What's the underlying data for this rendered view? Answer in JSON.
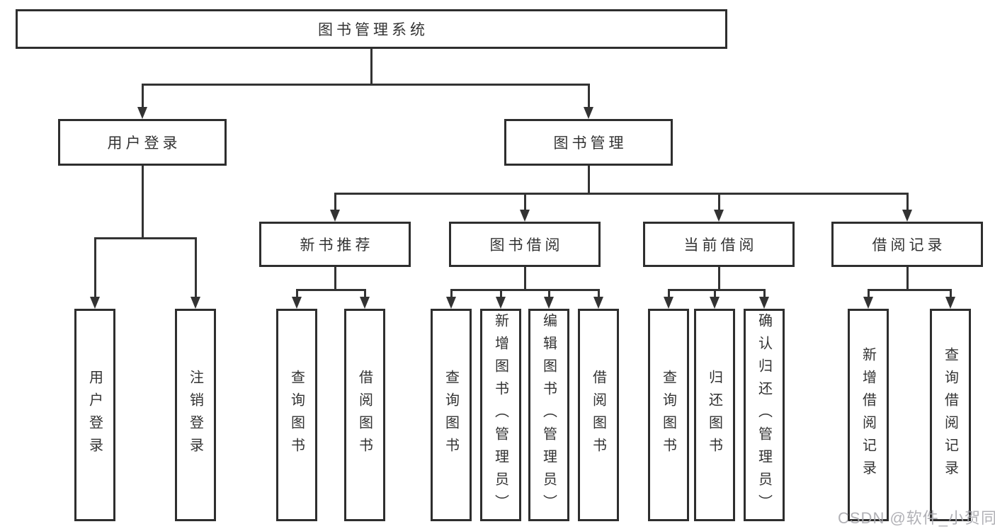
{
  "tree": {
    "root": {
      "label": "图书管理系统",
      "children": [
        {
          "label": "用户登录",
          "children": [
            {
              "label": "用户登录"
            },
            {
              "label": "注销登录"
            }
          ]
        },
        {
          "label": "图书管理",
          "children": [
            {
              "label": "新书推荐",
              "children": [
                {
                  "label": "查询图书"
                },
                {
                  "label": "借阅图书"
                }
              ]
            },
            {
              "label": "图书借阅",
              "children": [
                {
                  "label": "查询图书"
                },
                {
                  "label": "新增图书（管理员）"
                },
                {
                  "label": "编辑图书（管理员）"
                },
                {
                  "label": "借阅图书"
                }
              ]
            },
            {
              "label": "当前借阅",
              "children": [
                {
                  "label": "查询图书"
                },
                {
                  "label": "归还图书"
                },
                {
                  "label": "确认归还（管理员）"
                }
              ]
            },
            {
              "label": "借阅记录",
              "children": [
                {
                  "label": "新增借阅记录"
                },
                {
                  "label": "查询借阅记录"
                }
              ]
            }
          ]
        }
      ]
    }
  },
  "watermark": {
    "text": "CSDN @软件_小贺同学"
  },
  "colors": {
    "line": "#333333",
    "box_border": "#2e2e2e",
    "text": "#333333",
    "background": "#ffffff",
    "watermark": "#a8a8ae"
  }
}
